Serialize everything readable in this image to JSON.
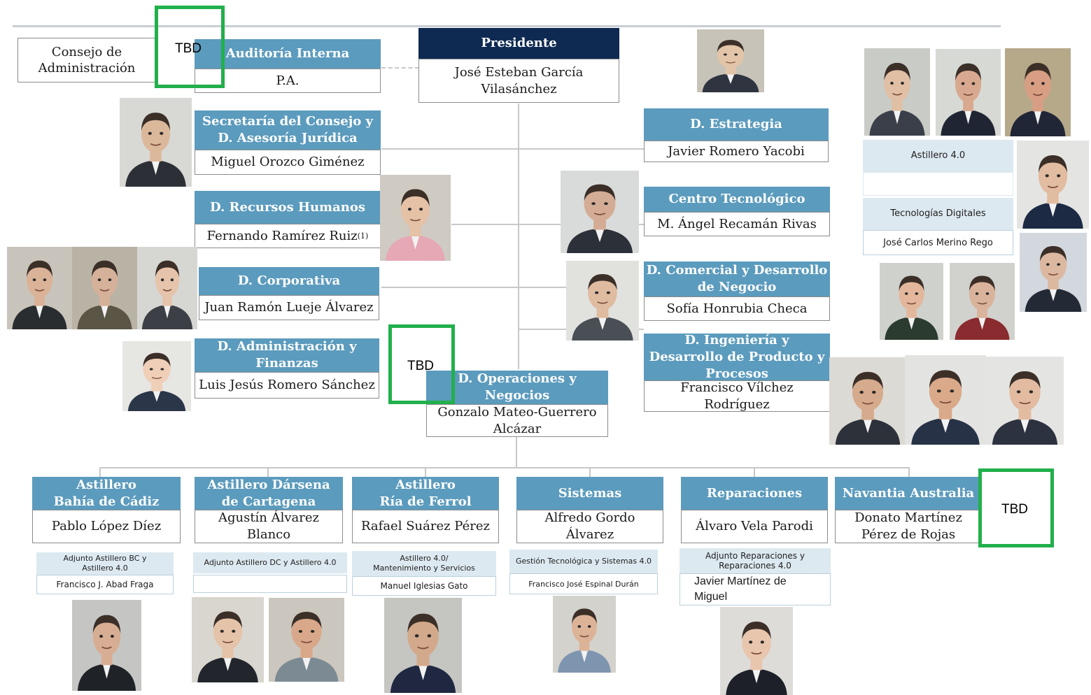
{
  "board": {
    "label": "Consejo de\nAdministración"
  },
  "president": {
    "title": "Presidente",
    "name": "José Esteban García\nVilasánchez"
  },
  "left_units": [
    {
      "title": "Auditoría Interna",
      "name": "P.A."
    },
    {
      "title": "Secretaría del Consejo y\nD. Asesoría Jurídica",
      "name": "Miguel Orozco Giménez"
    },
    {
      "title": "D.  Recursos Humanos",
      "name": "Fernando Ramírez Ruiz",
      "note": "(1)"
    },
    {
      "title": "D.  Corporativa",
      "name": "Juan Ramón Lueje Álvarez"
    },
    {
      "title": "D.  Administración y\nFinanzas",
      "name": "Luis Jesús Romero Sánchez"
    }
  ],
  "right_units": [
    {
      "title": "D. Estrategia",
      "name": "Javier Romero Yacobi"
    },
    {
      "title": "Centro Tecnológico",
      "name": "M. Ángel Recamán Rivas"
    },
    {
      "title": "D. Comercial y Desarrollo\nde Negocio",
      "name": "Sofía Honrubia Checa"
    },
    {
      "title": "D. Ingeniería  y\nDesarrollo de Producto y\nProcesos",
      "name": "Francisco Vílchez\nRodríguez"
    }
  ],
  "operations": {
    "title": "D.  Operaciones y\nNegocios",
    "name": "Gonzalo Mateo-Guerrero\nAlcázar"
  },
  "side_panel": {
    "title": "Astillero 4.0",
    "subtitle": "Tecnologías Digitales",
    "name": "José Carlos Merino Rego"
  },
  "business_units": [
    {
      "title": "Astillero\nBahía de Cádiz",
      "name": "Pablo López Díez",
      "sub_title": "Adjunto Astillero BC  y\nAstillero 4.0",
      "sub_name": "Francisco J.  Abad Fraga"
    },
    {
      "title": "Astillero Dársena\nde Cartagena",
      "name": "Agustín Álvarez\nBlanco",
      "sub_title": "Adjunto Astillero DC  y Astillero 4.0",
      "sub_name": ""
    },
    {
      "title": "Astillero\nRía de Ferrol",
      "name": "Rafael Suárez Pérez",
      "sub_title": "Astillero 4.0/\nMantenimiento y Servicios",
      "sub_name": "Manuel Iglesias Gato"
    },
    {
      "title": "Sistemas",
      "name": "Alfredo Gordo\nÁlvarez",
      "sub_title": "Gestión Tecnológica y Sistemas 4.0",
      "sub_name": "Francisco José Espinal Durán"
    },
    {
      "title": "Reparaciones",
      "name": "Álvaro Vela Parodi",
      "sub_title": "Adjunto Reparaciones y\nReparaciones 4.0",
      "sub_name": "Javier Martínez de\nMiguel"
    },
    {
      "title": "Navantia Australia",
      "name": "Donato Martínez\nPérez de Rojas"
    }
  ],
  "tbd_markers": [
    "TBD",
    "TBD",
    "TBD"
  ],
  "colors": {
    "header_blue": "#5b9bbd",
    "header_navy": "#0e2a52",
    "tbd_green": "#21b04b",
    "sub_bg": "#dde9f0"
  },
  "icons": [
    "person-photo"
  ]
}
